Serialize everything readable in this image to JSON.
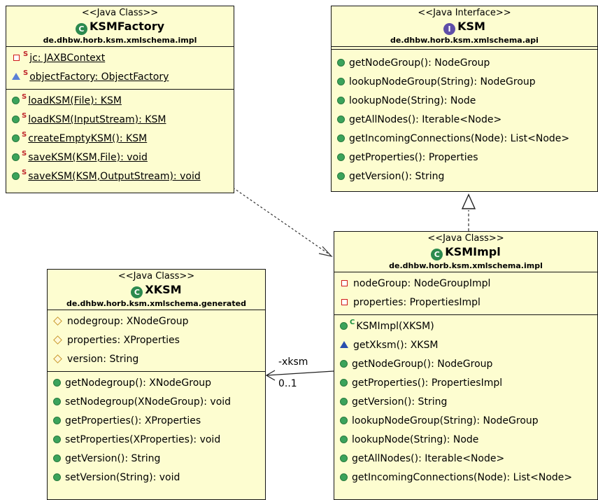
{
  "ksm_factory": {
    "stereotype": "<<Java Class>>",
    "name": "KSMFactory",
    "package": "de.dhbw.horb.ksm.xmlschema.impl",
    "fields": [
      "jc: JAXBContext",
      "objectFactory: ObjectFactory"
    ],
    "methods": [
      "loadKSM(File): KSM",
      "loadKSM(InputStream): KSM",
      "createEmptyKSM(): KSM",
      "saveKSM(KSM,File): void",
      "saveKSM(KSM,OutputStream): void"
    ]
  },
  "ksm_interface": {
    "stereotype": "<<Java Interface>>",
    "name": "KSM",
    "package": "de.dhbw.horb.ksm.xmlschema.api",
    "methods": [
      "getNodeGroup(): NodeGroup",
      "lookupNodeGroup(String): NodeGroup",
      "lookupNode(String): Node",
      "getAllNodes(): Iterable<Node>",
      "getIncomingConnections(Node): List<Node>",
      "getProperties(): Properties",
      "getVersion(): String"
    ]
  },
  "ksm_impl": {
    "stereotype": "<<Java Class>>",
    "name": "KSMImpl",
    "package": "de.dhbw.horb.ksm.xmlschema.impl",
    "fields": [
      "nodeGroup: NodeGroupImpl",
      "properties: PropertiesImpl"
    ],
    "methods": [
      "KSMImpl(XKSM)",
      "getXksm(): XKSM",
      "getNodeGroup(): NodeGroup",
      "getProperties(): PropertiesImpl",
      "getVersion(): String",
      "lookupNodeGroup(String): NodeGroup",
      "lookupNode(String): Node",
      "getAllNodes(): Iterable<Node>",
      "getIncomingConnections(Node): List<Node>"
    ]
  },
  "xksm": {
    "stereotype": "<<Java Class>>",
    "name": "XKSM",
    "package": "de.dhbw.horb.ksm.xmlschema.generated",
    "fields": [
      "nodegroup: XNodeGroup",
      "properties: XProperties",
      "version: String"
    ],
    "methods": [
      "getNodegroup(): XNodeGroup",
      "setNodegroup(XNodeGroup): void",
      "getProperties(): XProperties",
      "setProperties(XProperties): void",
      "getVersion(): String",
      "setVersion(String): void"
    ]
  },
  "association": {
    "role": "-xksm",
    "multiplicity": "0..1"
  },
  "colors": {
    "class_fill": "#fdfdd0",
    "border": "#141414",
    "class_icon": "#2c8a4e",
    "interface_icon": "#5e4ea8",
    "public_method": "#3ba35b",
    "private_member": "#d01a1a"
  }
}
